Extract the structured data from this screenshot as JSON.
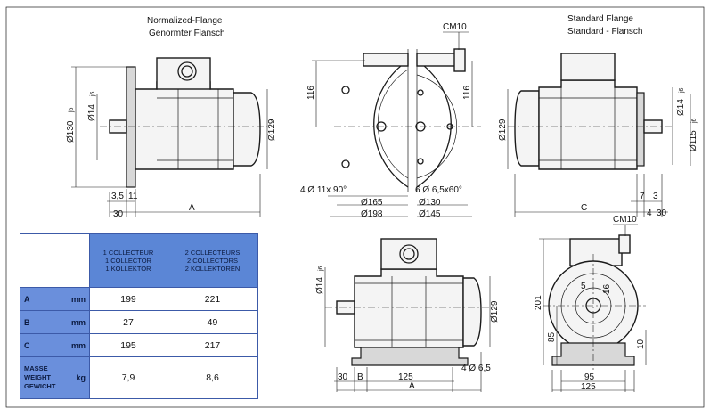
{
  "titles": {
    "normalized_en": "Normalized-Flange",
    "normalized_de": "Genormter Flansch",
    "standard_en": "Standard  Flange",
    "standard_de": "Standard - Flansch"
  },
  "dims": {
    "d130": "Ø130",
    "tol_j6": "j6",
    "d14": "Ø14",
    "d129_left": "Ø129",
    "d35": "3,5",
    "d11": "11",
    "d30_left": "30",
    "dA_left": "A",
    "cm10_top": "CM10",
    "d116_left": "116",
    "d116_right": "116",
    "d4x11x90": "4 Ø 11x 90°",
    "d165": "Ø165",
    "d198": "Ø198",
    "d6x65x60": "6 Ø 6,5x60°",
    "d130_mid": "Ø130",
    "d145": "Ø145",
    "d129_right": "Ø129",
    "d14_right": "Ø14",
    "d115": "Ø115",
    "d7": "7",
    "d3": "3",
    "d4": "4",
    "d30_right": "30",
    "dC": "C",
    "cm10_bottom": "CM10",
    "d14_bottom": "Ø14",
    "d129_bottom": "Ø129",
    "d30_bottom": "30",
    "dB_bottom": "B",
    "d125_bottom": "125",
    "d4x65": "4 Ø 6,5",
    "dA_bottom": "A",
    "d201": "201",
    "d5": "5",
    "d16": "16",
    "d85": "85",
    "d10": "10",
    "d95": "95",
    "d125_end": "125"
  },
  "table": {
    "col1": [
      "1 COLLECTEUR",
      "1 COLLECTOR",
      "1 KOLLEKTOR"
    ],
    "col2": [
      "2 COLLECTEURS",
      "2 COLLECTORS",
      "2 KOLLEKTOREN"
    ],
    "rows": [
      {
        "label": "A",
        "unit": "mm",
        "v1": "199",
        "v2": "221"
      },
      {
        "label": "B",
        "unit": "mm",
        "v1": "27",
        "v2": "49"
      },
      {
        "label": "C",
        "unit": "mm",
        "v1": "195",
        "v2": "217"
      }
    ],
    "mass_label": [
      "MASSE",
      "WEIGHT",
      "GEWICHT"
    ],
    "mass_unit": "kg",
    "mass_v1": "7,9",
    "mass_v2": "8,6"
  }
}
